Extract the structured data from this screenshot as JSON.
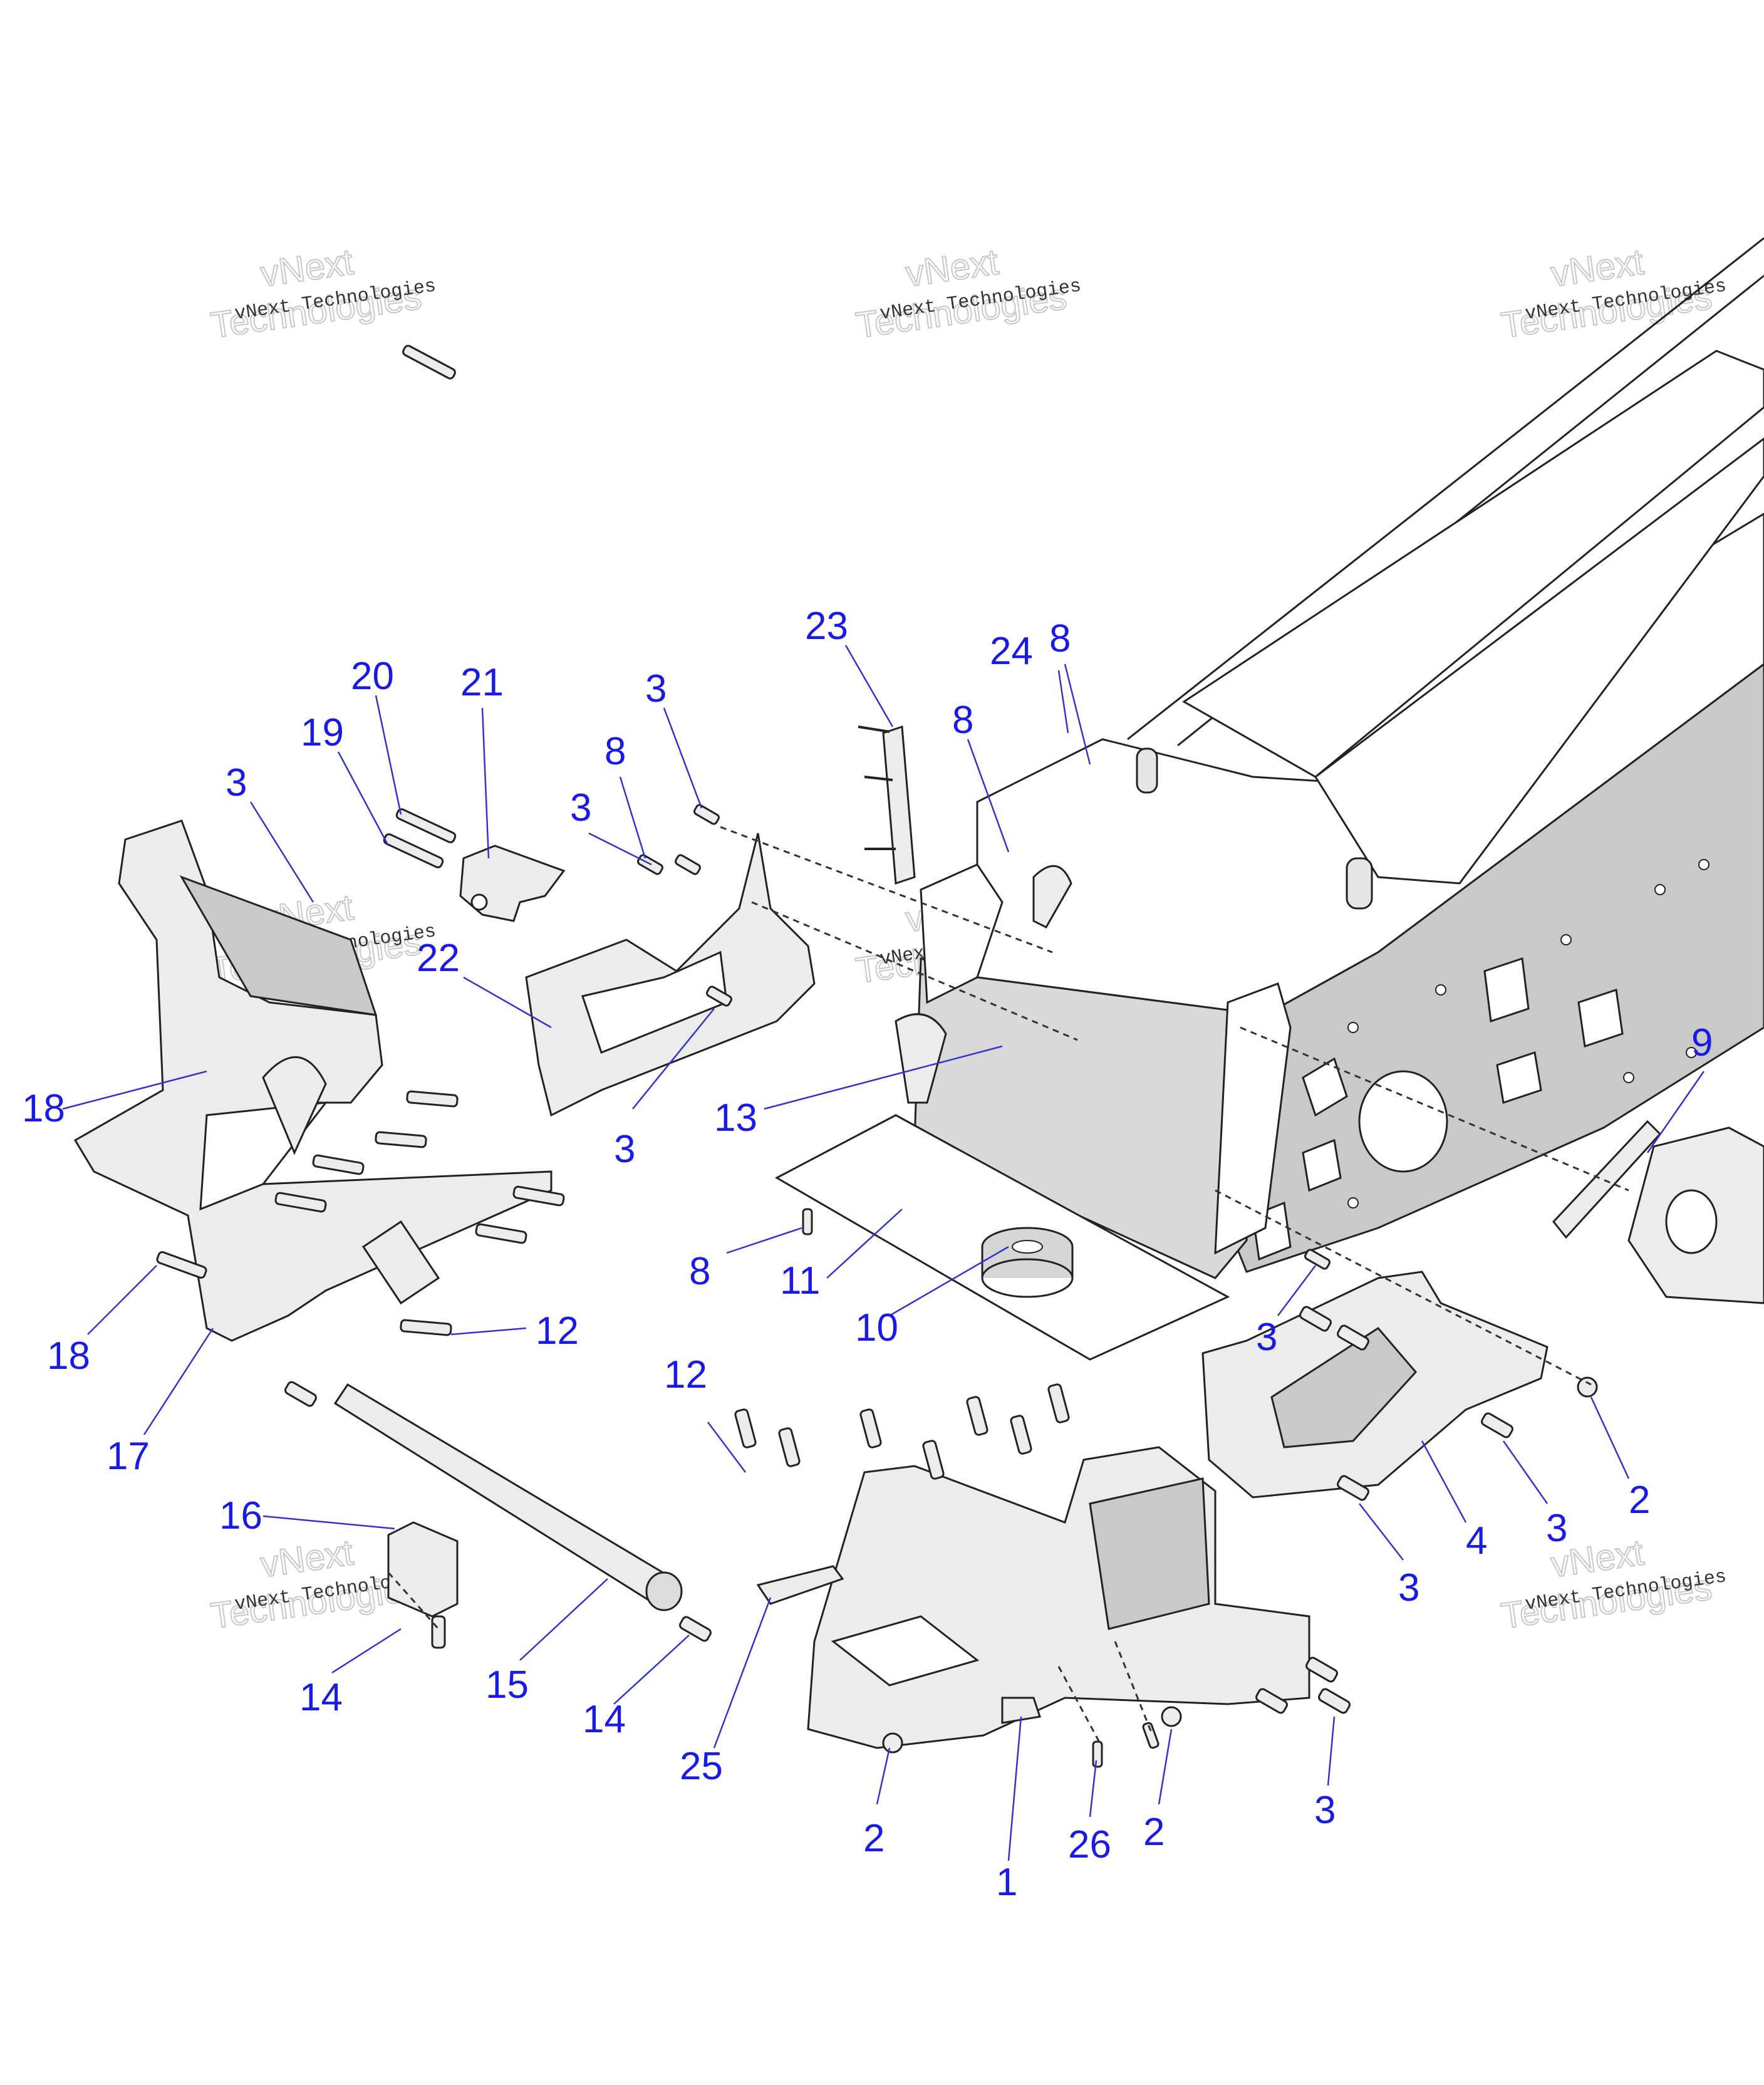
{
  "watermark": {
    "small": "vNext Technologies",
    "big_line1": "vNext",
    "big_line2": "Technologies"
  },
  "callouts": [
    "23",
    "24",
    "8",
    "8",
    "20",
    "21",
    "3",
    "19",
    "8",
    "3",
    "3",
    "22",
    "18",
    "3",
    "13",
    "9",
    "8",
    "11",
    "10",
    "18",
    "12",
    "3",
    "12",
    "17",
    "2",
    "4",
    "3",
    "16",
    "3",
    "15",
    "14",
    "14",
    "25",
    "2",
    "2",
    "3",
    "26",
    "1"
  ],
  "colors": {
    "callout": "#1a1ae6",
    "leader": "#3333cc",
    "part_fill": "#ececec",
    "shadow": "#c9c9c9",
    "outline": "#222222"
  }
}
